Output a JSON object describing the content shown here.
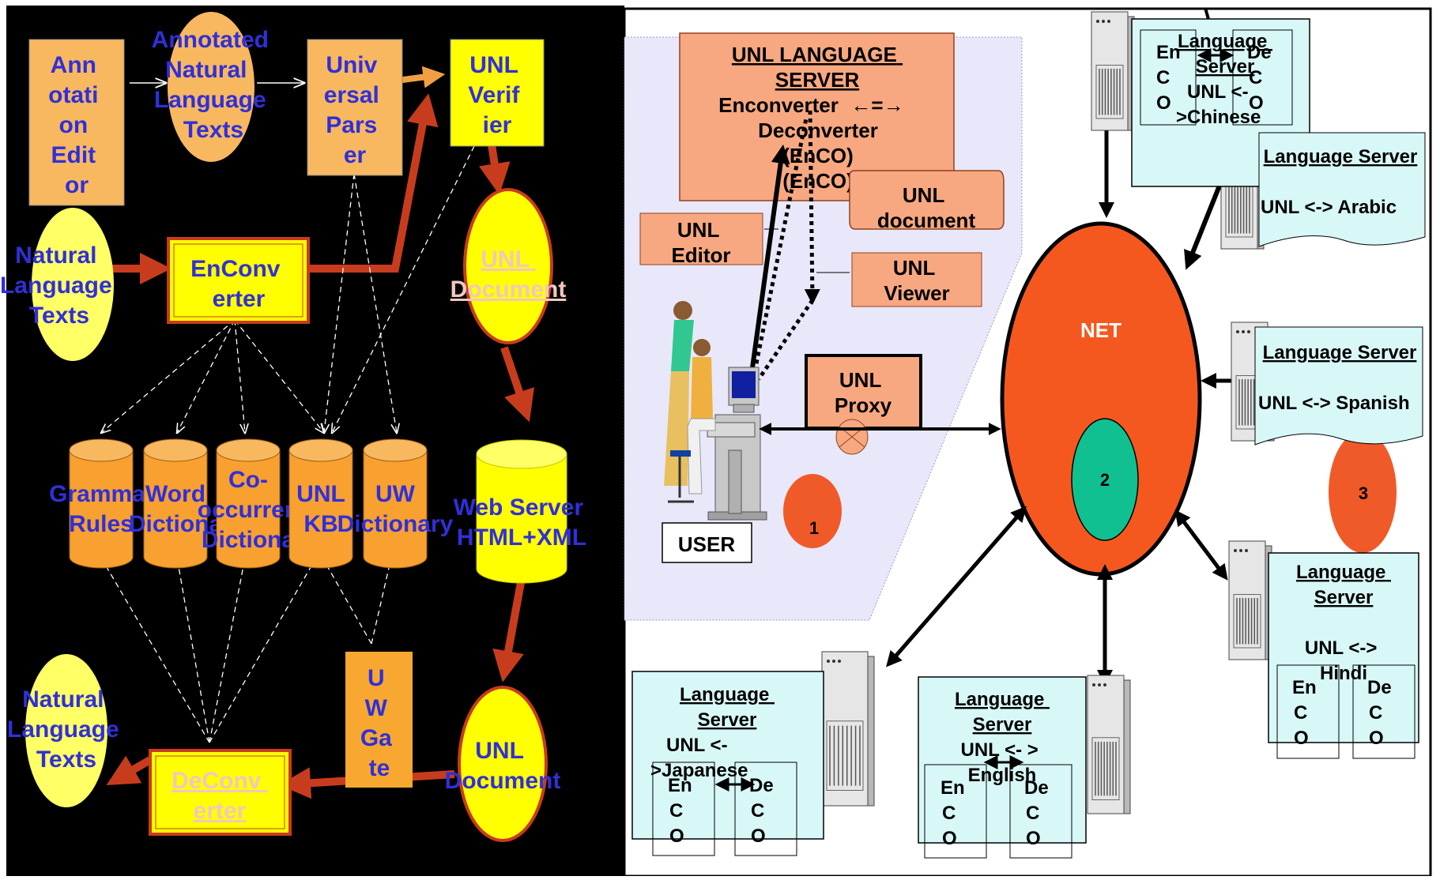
{
  "left": {
    "annotation_editor": [
      "Ann",
      "otati",
      "on",
      "Edit",
      "or"
    ],
    "annotated_texts": [
      "Annotated",
      "Natural",
      "Language",
      "Texts"
    ],
    "universal_parser": [
      "Univ",
      "ersal",
      "Pars",
      "er"
    ],
    "unl_verifier": [
      "UNL",
      "Verif",
      "ier"
    ],
    "natural_language_in": [
      "Natural",
      "Language",
      "Texts"
    ],
    "enconverter": [
      "EnConv",
      "erter"
    ],
    "unl_document_top": [
      "UNL",
      "Document"
    ],
    "databases": [
      {
        "lines": [
          "Grammat",
          "Rules"
        ]
      },
      {
        "lines": [
          "Word",
          "Dictiona"
        ]
      },
      {
        "lines": [
          "Co-",
          "occurren",
          "Dictiona"
        ]
      },
      {
        "lines": [
          "UNL",
          "KB"
        ]
      },
      {
        "lines": [
          "UW",
          "Dictionary"
        ]
      }
    ],
    "web_server": [
      "Web Server",
      "HTML+XML"
    ],
    "uw_gate": [
      "U",
      "W",
      "Ga",
      "te"
    ],
    "unl_document_bottom": [
      "UNL",
      "Document"
    ],
    "deconverter": [
      "DeConv",
      "erter"
    ],
    "natural_language_out": [
      "Natural",
      "Language",
      "Texts"
    ]
  },
  "right": {
    "unl_language_server": [
      "UNL LANGUAGE",
      "SERVER",
      "Enconverter",
      "Deconverter",
      "(EnCO)",
      "(EnCO)"
    ],
    "arrow_glyph": "←=→",
    "unl_document": [
      "UNL",
      "document"
    ],
    "unl_editor": [
      "UNL",
      "Editor"
    ],
    "unl_viewer": [
      "UNL",
      "Viewer"
    ],
    "unl_proxy": [
      "UNL",
      "Proxy"
    ],
    "user": "USER",
    "badge_1": "1",
    "badge_2": "2",
    "badge_3": "3",
    "net": "NET",
    "servers": {
      "chinese": {
        "title": [
          "Language",
          "Server"
        ],
        "desc": [
          "UNL <-",
          ">Chinese"
        ],
        "enco": [
          "En",
          "C",
          "O"
        ],
        "deco": [
          "De",
          "C",
          "O"
        ]
      },
      "arabic": {
        "title": "Language Server",
        "desc": "UNL <-> Arabic"
      },
      "spanish": {
        "title": "Language Server",
        "desc": "UNL <-> Spanish"
      },
      "hindi": {
        "title": [
          "Language",
          "Server"
        ],
        "desc": [
          "UNL <->",
          "Hindi"
        ],
        "enco": [
          "En",
          "C",
          "O"
        ],
        "deco": [
          "De",
          "C",
          "O"
        ]
      },
      "japanese": {
        "title": [
          "Language",
          "Server"
        ],
        "desc": [
          "UNL <-",
          ">Japanese"
        ],
        "enco": [
          "En",
          "C",
          "O"
        ],
        "deco": [
          "De",
          "C",
          "O"
        ]
      },
      "english": {
        "title": [
          "Language",
          "Server"
        ],
        "desc": [
          "UNL <- >",
          "English"
        ],
        "enco": [
          "En",
          "C",
          "O"
        ],
        "deco": [
          "De",
          "C",
          "O"
        ]
      }
    }
  }
}
